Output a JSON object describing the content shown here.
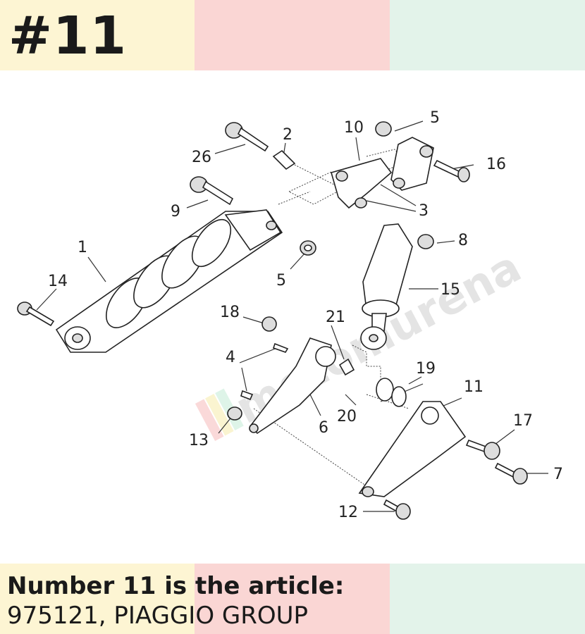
{
  "header": {
    "title": "#11"
  },
  "caption": {
    "line1": "Number 11 is the article:",
    "line2": "975121, PIAGGIO GROUP"
  },
  "watermark": {
    "text": "motomurena"
  },
  "callouts": [
    "1",
    "2",
    "3",
    "4",
    "5",
    "5",
    "6",
    "7",
    "8",
    "9",
    "10",
    "11",
    "12",
    "13",
    "14",
    "15",
    "16",
    "17",
    "18",
    "19",
    "20",
    "21",
    "26"
  ],
  "colors": {
    "band_yellow": "#fdf5d3",
    "band_pink": "#fad6d4",
    "band_green": "#e3f3ea"
  }
}
